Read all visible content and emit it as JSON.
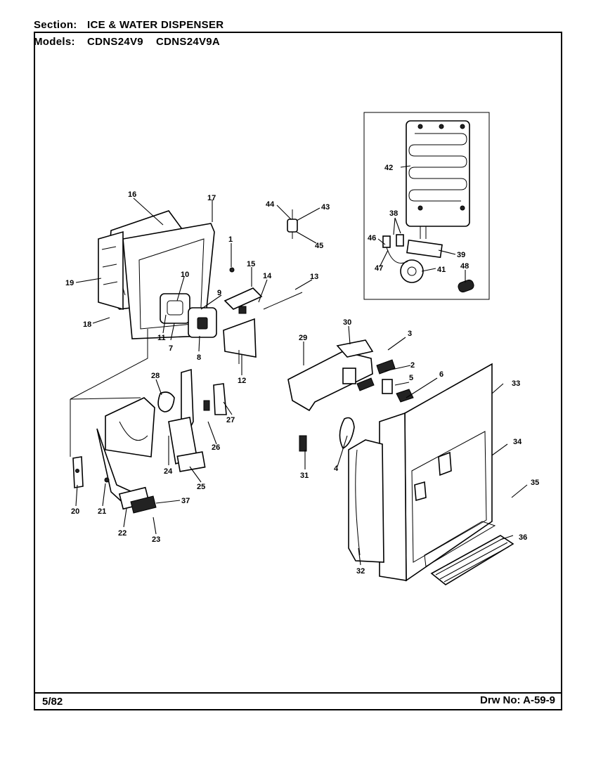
{
  "header": {
    "section_label": "Section:",
    "section_value": "ICE & WATER DISPENSER",
    "models_label": "Models:",
    "models": [
      "CDNS24V9",
      "CDNS24V9A"
    ]
  },
  "footer": {
    "date": "5/82",
    "drawing_number": "Drw No: A-59-9"
  },
  "callouts": [
    "1",
    "2",
    "3",
    "4",
    "5",
    "6",
    "7",
    "8",
    "9",
    "10",
    "11",
    "12",
    "13",
    "14",
    "15",
    "16",
    "17",
    "18",
    "19",
    "20",
    "21",
    "22",
    "23",
    "24",
    "25",
    "26",
    "27",
    "28",
    "29",
    "30",
    "31",
    "32",
    "33",
    "34",
    "35",
    "36",
    "37",
    "38",
    "39",
    "41",
    "42",
    "43",
    "44",
    "45",
    "46",
    "47",
    "48"
  ]
}
